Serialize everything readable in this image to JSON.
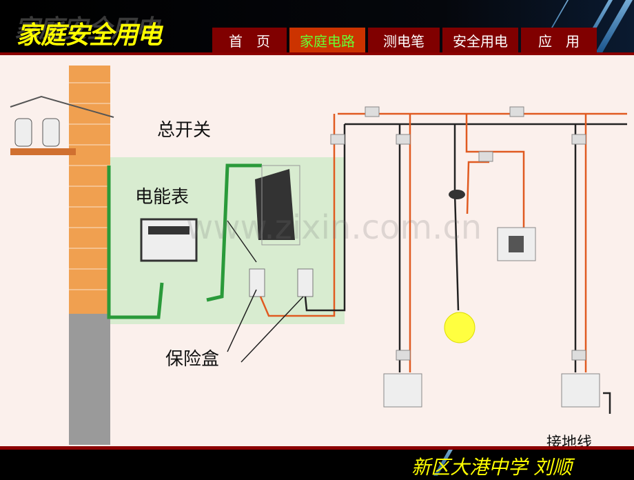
{
  "header": {
    "title": "家庭安全用电",
    "nav": [
      {
        "label": "首　页"
      },
      {
        "label": "家庭电路",
        "active": true
      },
      {
        "label": "测电笔"
      },
      {
        "label": "安全用电"
      },
      {
        "label": "应　用"
      }
    ]
  },
  "diagram": {
    "labels": {
      "main_switch": "总开关",
      "meter": "电能表",
      "fuse_box": "保险盒",
      "ground_wire": "接地线"
    },
    "watermark": "www.zixin.com.cn"
  },
  "footer": {
    "author": "新区大港中学  刘顺"
  },
  "colors": {
    "accent": "#ffff00",
    "nav_bg": "#800000",
    "nav_active": "#cc3300",
    "wire_live": "#e05a20",
    "wire_green": "#2a9a3a"
  }
}
